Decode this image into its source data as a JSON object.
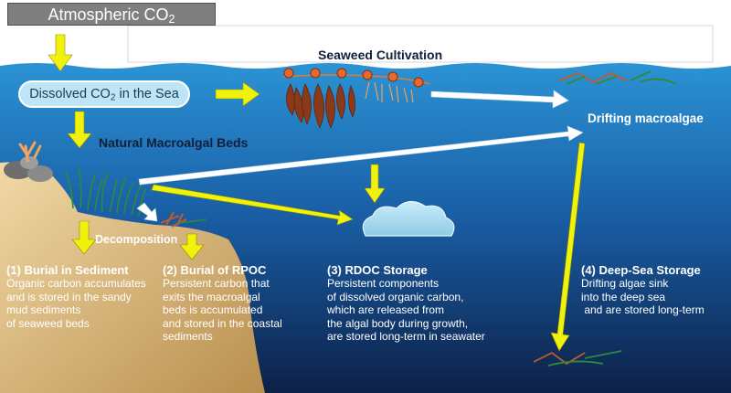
{
  "source_box": {
    "text_main": "Atmospheric CO",
    "text_sub": "2"
  },
  "dissolved": {
    "text_main": "Dissolved CO",
    "text_sub": "2",
    "text_tail": " in the Sea"
  },
  "labels": {
    "seaweed_cultivation": "Seaweed Cultivation",
    "natural_beds": "Natural Macroalgal Beds",
    "drifting": "Drifting macroalgae",
    "decomposition": "Decomposition"
  },
  "storage": [
    {
      "title": "(1) Burial in Sediment",
      "lines": [
        "Organic carbon accumulates",
        "and is stored in the sandy",
        "mud sediments",
        "of seaweed beds"
      ]
    },
    {
      "title": "(2) Burial of RPOC",
      "lines": [
        "Persistent carbon that",
        "exits the macroalgal",
        "beds is accumulated",
        "and stored in the coastal",
        "sediments"
      ]
    },
    {
      "title": "(3) RDOC Storage",
      "lines": [
        "Persistent components",
        "of dissolved organic carbon,",
        "which are released from",
        "the algal body during growth,",
        "are stored long-term in seawater"
      ]
    },
    {
      "title": "(4) Deep-Sea Storage",
      "lines": [
        "Drifting algae sink",
        "into the deep sea",
        " and are stored long-term"
      ]
    }
  ],
  "colors": {
    "sea_top": "#2a8fd0",
    "sea_deep": "#0e2550",
    "sand": "#e8c98f",
    "arrow_yellow": "#f1f20c",
    "arrow_white": "#ffffff",
    "cloud": "#a9d9ef",
    "kelp": "#8a3a1a"
  }
}
